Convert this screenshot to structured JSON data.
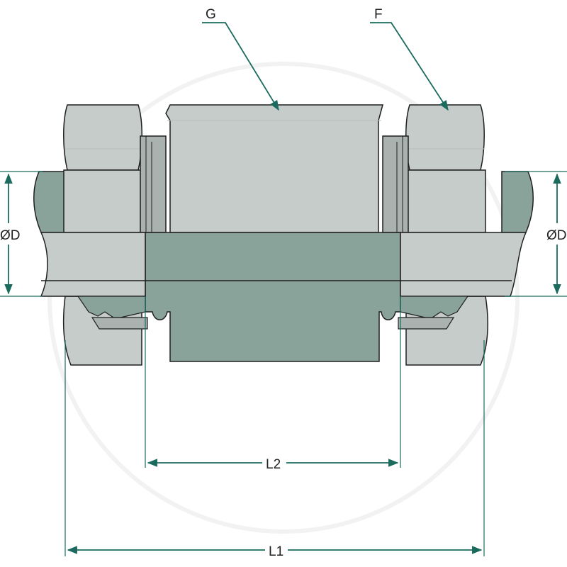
{
  "labels": {
    "g": "G",
    "f": "F",
    "d_left": "ØD",
    "d_right": "ØD",
    "l2": "L2",
    "l1": "L1"
  },
  "colors": {
    "line": "#1f1f1f",
    "dim": "#1a6b5e",
    "light_part": "#c6ccc9",
    "light_part_shade": "#a9b2ae",
    "dark_part": "#89a39a",
    "dark_part_shade": "#6f8a80",
    "hex_edge": "#b6bebb"
  }
}
